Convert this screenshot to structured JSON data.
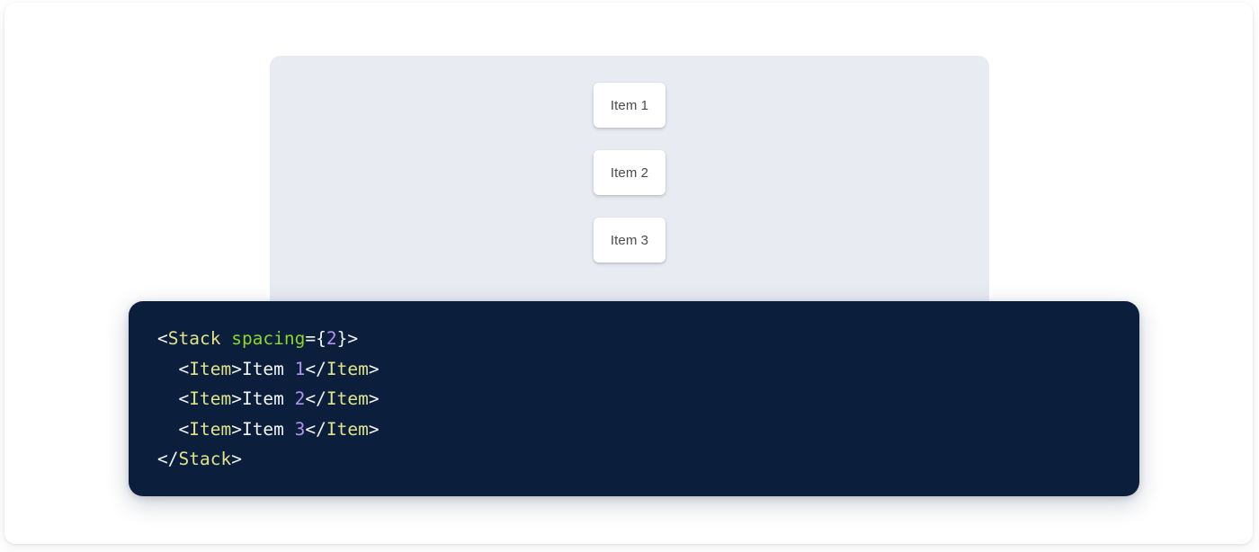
{
  "preview": {
    "panel_background": "#e8ebf1",
    "items": [
      {
        "label": "Item 1"
      },
      {
        "label": "Item 2"
      },
      {
        "label": "Item 3"
      }
    ]
  },
  "code": {
    "language": "jsx",
    "background": "#0b1f3c",
    "colors": {
      "punctuation": "#f2f5f8",
      "tag": "#e0e38a",
      "attribute": "#8bd62a",
      "number": "#b392f0",
      "text": "#f2f5f8"
    },
    "lines": [
      {
        "indent": "",
        "tokens": [
          {
            "t": "punct",
            "v": "<"
          },
          {
            "t": "tag",
            "v": "Stack"
          },
          {
            "t": "text",
            "v": " "
          },
          {
            "t": "attr",
            "v": "spacing"
          },
          {
            "t": "punct",
            "v": "={"
          },
          {
            "t": "num",
            "v": "2"
          },
          {
            "t": "punct",
            "v": "}>"
          }
        ]
      },
      {
        "indent": "  ",
        "tokens": [
          {
            "t": "punct",
            "v": "<"
          },
          {
            "t": "tag",
            "v": "Item"
          },
          {
            "t": "punct",
            "v": ">"
          },
          {
            "t": "text",
            "v": "Item "
          },
          {
            "t": "num",
            "v": "1"
          },
          {
            "t": "punct",
            "v": "</"
          },
          {
            "t": "tag",
            "v": "Item"
          },
          {
            "t": "punct",
            "v": ">"
          }
        ]
      },
      {
        "indent": "  ",
        "tokens": [
          {
            "t": "punct",
            "v": "<"
          },
          {
            "t": "tag",
            "v": "Item"
          },
          {
            "t": "punct",
            "v": ">"
          },
          {
            "t": "text",
            "v": "Item "
          },
          {
            "t": "num",
            "v": "2"
          },
          {
            "t": "punct",
            "v": "</"
          },
          {
            "t": "tag",
            "v": "Item"
          },
          {
            "t": "punct",
            "v": ">"
          }
        ]
      },
      {
        "indent": "  ",
        "tokens": [
          {
            "t": "punct",
            "v": "<"
          },
          {
            "t": "tag",
            "v": "Item"
          },
          {
            "t": "punct",
            "v": ">"
          },
          {
            "t": "text",
            "v": "Item "
          },
          {
            "t": "num",
            "v": "3"
          },
          {
            "t": "punct",
            "v": "</"
          },
          {
            "t": "tag",
            "v": "Item"
          },
          {
            "t": "punct",
            "v": ">"
          }
        ]
      },
      {
        "indent": "",
        "tokens": [
          {
            "t": "punct",
            "v": "</"
          },
          {
            "t": "tag",
            "v": "Stack"
          },
          {
            "t": "punct",
            "v": ">"
          }
        ]
      }
    ]
  }
}
